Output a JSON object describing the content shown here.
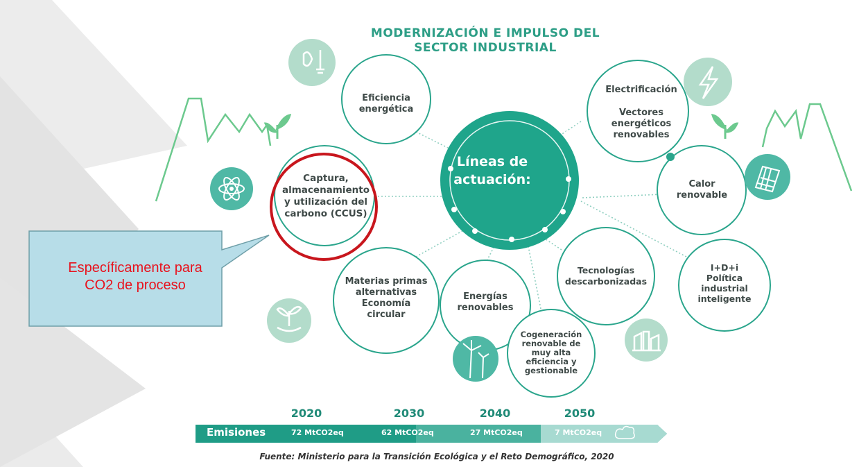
{
  "title": {
    "line1": "MODERNIZACIÓN E IMPULSO DEL",
    "line2": "SECTOR INDUSTRIAL"
  },
  "center": {
    "line1": "Líneas de",
    "line2": "actuación:"
  },
  "nodes": {
    "eficiencia": [
      "Eficiencia",
      "energética"
    ],
    "ccus": [
      "Captura,",
      "almacenamiento",
      "y utilización del",
      "carbono (CCUS)"
    ],
    "electrificacion": [
      "Electrificación"
    ],
    "vectores": [
      "Vectores",
      "energéticos",
      "renovables"
    ],
    "calor": [
      "Calor",
      "renovable"
    ],
    "materias": [
      "Materias primas",
      "alternativas",
      "Economía",
      "circular"
    ],
    "energias": [
      "Energías",
      "renovables"
    ],
    "tecnologias": [
      "Tecnologías",
      "descarbonizadas"
    ],
    "idi": [
      "I+D+i",
      "Política",
      "industrial",
      "inteligente"
    ],
    "cogeneracion": [
      "Cogeneración",
      "renovable de",
      "muy alta",
      "eficiencia y",
      "gestionable"
    ]
  },
  "callout": {
    "line1": "Específicamente para",
    "line2": "CO2 de proceso"
  },
  "timeline": {
    "label": "Emisiones",
    "years": [
      "2020",
      "2030",
      "2040",
      "2050"
    ],
    "values": [
      "72 MtCO2eq",
      "62 MtCO2eq",
      "27 MtCO2eq",
      "7 MtCO2eq"
    ]
  },
  "source": "Fuente:  Ministerio para la Transición Ecológica y el Reto Demográfico, 2020",
  "colors": {
    "teal": "#2aa58c",
    "teal_light": "#e6f4f0",
    "callout_fill": "#b7dde8",
    "highlight": "#c8161d",
    "callout_text": "#e8121d"
  },
  "icons": [
    "plug-leaf-icon",
    "lightning-icon",
    "atom-icon",
    "solar-panel-icon",
    "plant-hand-icon",
    "wind-turbine-icon",
    "factory-icon",
    "cloud-icon",
    "sprout-icon"
  ]
}
